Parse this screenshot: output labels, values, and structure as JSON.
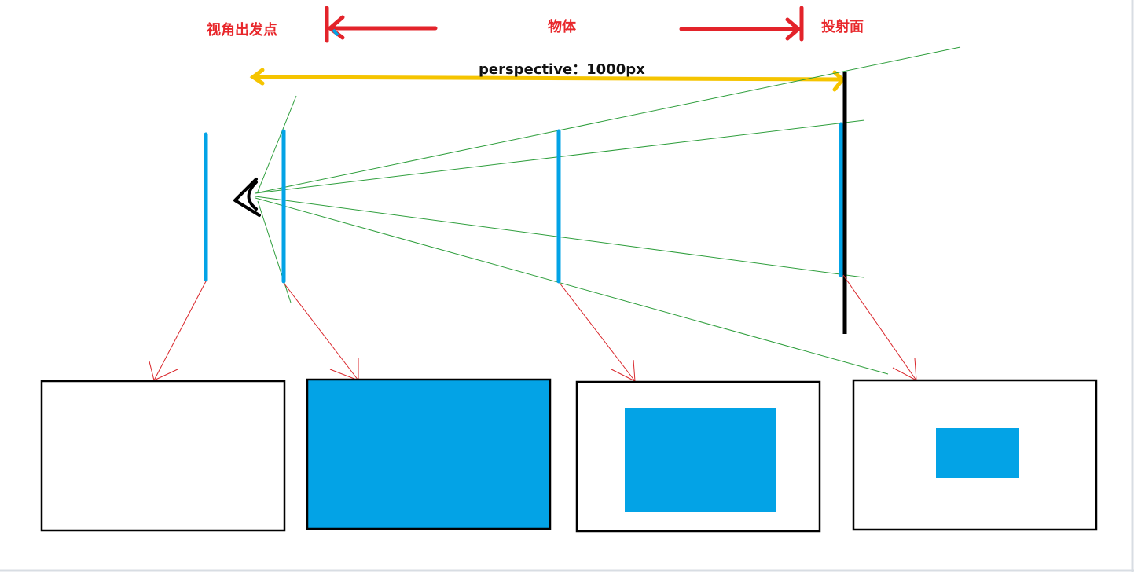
{
  "labels": {
    "eye_origin": "视角出发点",
    "object": "物体",
    "projection_plane": "投射面",
    "perspective": "perspective：1000px"
  },
  "colors": {
    "label_red": "#e8272b",
    "arrow_red": "#e3232a",
    "perspective_arrow": "#f5c400",
    "object_blue": "#03a3e6",
    "sight_line_green": "#2e9e3c",
    "pointer_red": "#d9262b",
    "outline": "#000000"
  },
  "panels": [
    {
      "name": "panel-behind-eye",
      "object_fraction": 0
    },
    {
      "name": "panel-at-eye",
      "object_fraction": 1
    },
    {
      "name": "panel-mid",
      "object_fraction": 0.62
    },
    {
      "name": "panel-at-plane",
      "object_fraction": 0.34
    }
  ]
}
